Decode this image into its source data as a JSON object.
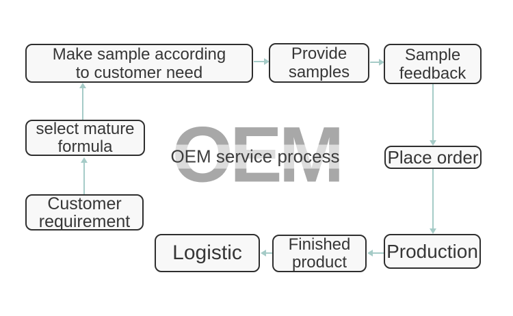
{
  "colors": {
    "background": "#ffffff",
    "arrow": "#a5cbc7",
    "box_border": "#2e2e2e",
    "box_fill": "#f8f8f8",
    "box_text": "#363636",
    "watermark": "#a8a8a8",
    "title": "#3d3d3d"
  },
  "watermark": {
    "text": "OEM"
  },
  "title": {
    "text": "OEM service process"
  },
  "flow": {
    "nodes": [
      {
        "id": "make-sample",
        "label": "Make sample according\nto customer need"
      },
      {
        "id": "provide-samples",
        "label": "Provide\nsamples"
      },
      {
        "id": "sample-feedback",
        "label": "Sample\nfeedback"
      },
      {
        "id": "place-order",
        "label": "Place order"
      },
      {
        "id": "production",
        "label": "Production"
      },
      {
        "id": "finished-product",
        "label": "Finished\nproduct"
      },
      {
        "id": "logistic",
        "label": "Logistic"
      },
      {
        "id": "customer-requirement",
        "label": "Customer\nrequirement"
      },
      {
        "id": "select-mature-formula",
        "label": "select mature\nformula"
      }
    ],
    "edges": [
      {
        "from": "make-sample",
        "to": "provide-samples"
      },
      {
        "from": "provide-samples",
        "to": "sample-feedback"
      },
      {
        "from": "sample-feedback",
        "to": "place-order"
      },
      {
        "from": "place-order",
        "to": "production"
      },
      {
        "from": "production",
        "to": "finished-product"
      },
      {
        "from": "finished-product",
        "to": "logistic"
      },
      {
        "from": "customer-requirement",
        "to": "select-mature-formula"
      },
      {
        "from": "select-mature-formula",
        "to": "make-sample"
      }
    ]
  }
}
